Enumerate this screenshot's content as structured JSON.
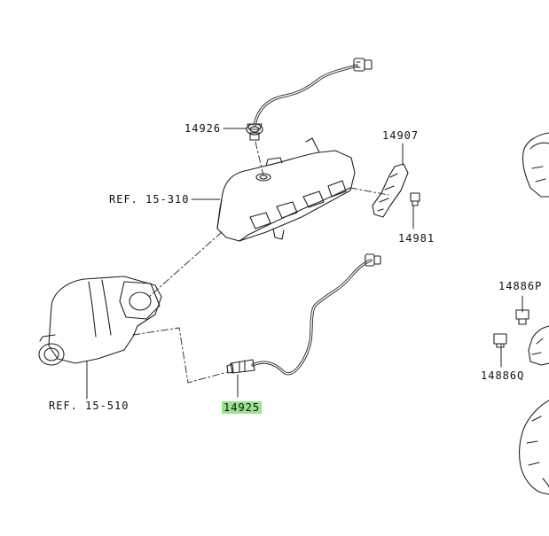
{
  "labels": {
    "p14926": "14926",
    "p14907": "14907",
    "p14981": "14981",
    "ref15310": "REF. 15-310",
    "ref15510": "REF. 15-510",
    "p14925": "14925",
    "p14886p": "14886P",
    "p14886q": "14886Q"
  },
  "highlight_color": "#9be28f"
}
